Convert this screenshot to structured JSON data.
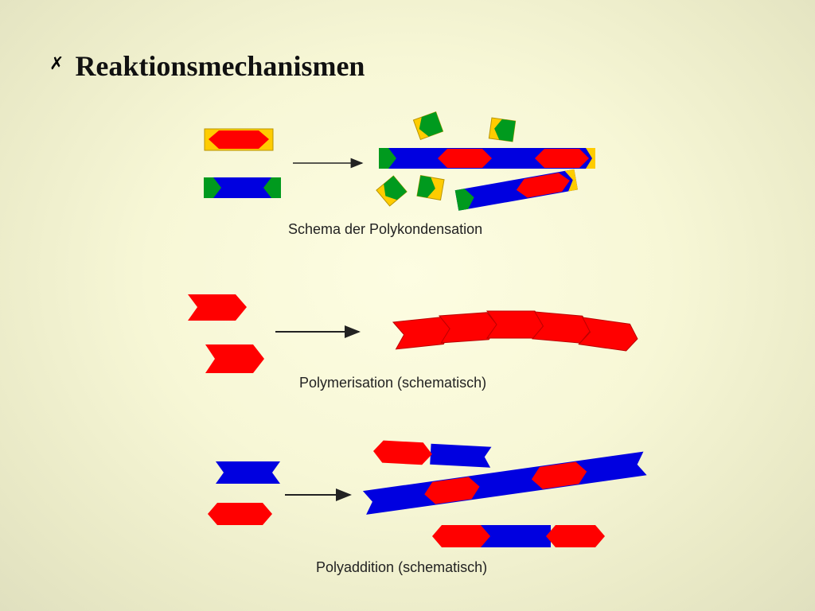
{
  "slide": {
    "bullet_icon": "cross-bullet-icon",
    "bullet_glyph": "✗",
    "title": "Reaktionsmechanismen"
  },
  "diagrams": {
    "polykondensation": {
      "caption": "Schema der Polykondensation"
    },
    "polymerisation": {
      "caption": "Polymerisation (schematisch)"
    },
    "polyaddition": {
      "caption": "Polyaddition (schematisch)"
    }
  },
  "colors": {
    "red": "#ff0000",
    "blue": "#0000e0",
    "green": "#009a1e",
    "yellow": "#ffcc00",
    "arrow": "#222222"
  }
}
